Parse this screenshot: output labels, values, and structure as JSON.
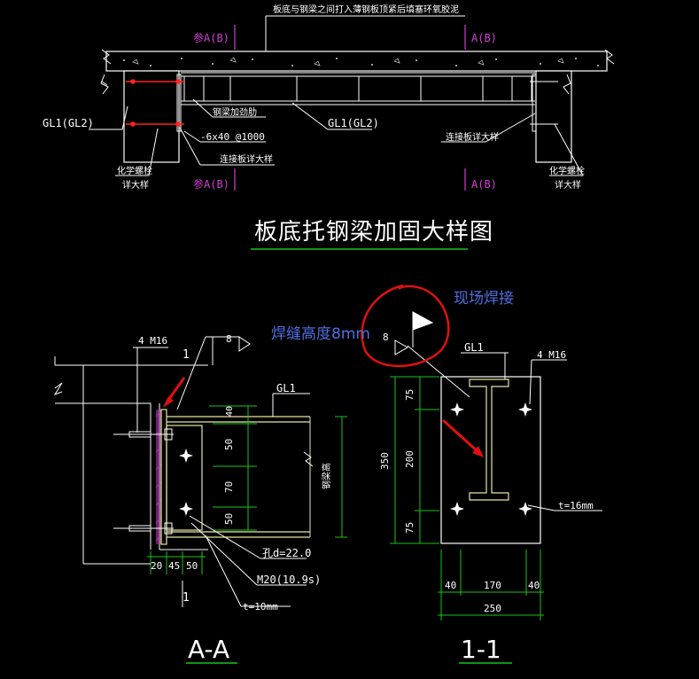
{
  "colors": {
    "background": "#000000",
    "line_white": "#ffffff",
    "line_green": "#19c419",
    "line_yellow": "#e6e6a0",
    "line_red": "#ff2020",
    "text_magenta": "#d040d0",
    "annotation_blue": "#4f6fe0",
    "pen_red": "#e01010"
  },
  "top": {
    "note": "板底与钢梁之间打入薄钢板顶紧后填塞环氧胶泥",
    "ref_left_top": "参A(B)",
    "ref_right_top": "A(B)",
    "ref_left_bottom": "参A(B)",
    "ref_right_bottom": "A(B)",
    "gl_left": "GL1(GL2)",
    "gl_mid": "GL1(GL2)",
    "stiffener": "钢梁加劲肋",
    "stiffener_spec": "-6x40 @1000",
    "conn_left_1": "连接板详大样",
    "conn_right": "连接板详大样",
    "bolt_left_1": "化学螺栓",
    "bolt_left_2": "详大样",
    "bolt_right_1": "化学螺栓",
    "bolt_right_2": "详大样"
  },
  "main_title": "板底托钢梁加固大样图",
  "section_aa": {
    "bolts": "4 M16",
    "weld": "8",
    "dim_1": "1",
    "gl": "GL1",
    "dim_40": "40",
    "dim_50a": "50",
    "dim_70": "70",
    "dim_50b": "50",
    "beam_label": "钢梁高",
    "hole": "孔d=22.0",
    "bolt_grade": "M20(10.9s)",
    "plate": "t=10mm",
    "dim_20": "20",
    "dim_45": "45",
    "dim_50c": "50",
    "dim_1b": "1",
    "title": "A-A"
  },
  "section_11": {
    "weld": "8",
    "gl": "GL1",
    "bolts": "4 M16",
    "dim_75a": "75",
    "dim_200": "200",
    "dim_75b": "75",
    "dim_350": "350",
    "plate": "t=16mm",
    "dim_40a": "40",
    "dim_170": "170",
    "dim_40b": "40",
    "dim_250": "250",
    "title": "1-1"
  },
  "annotations": {
    "site_weld": "现场焊接",
    "weld_height": "焊缝高度8mm"
  }
}
